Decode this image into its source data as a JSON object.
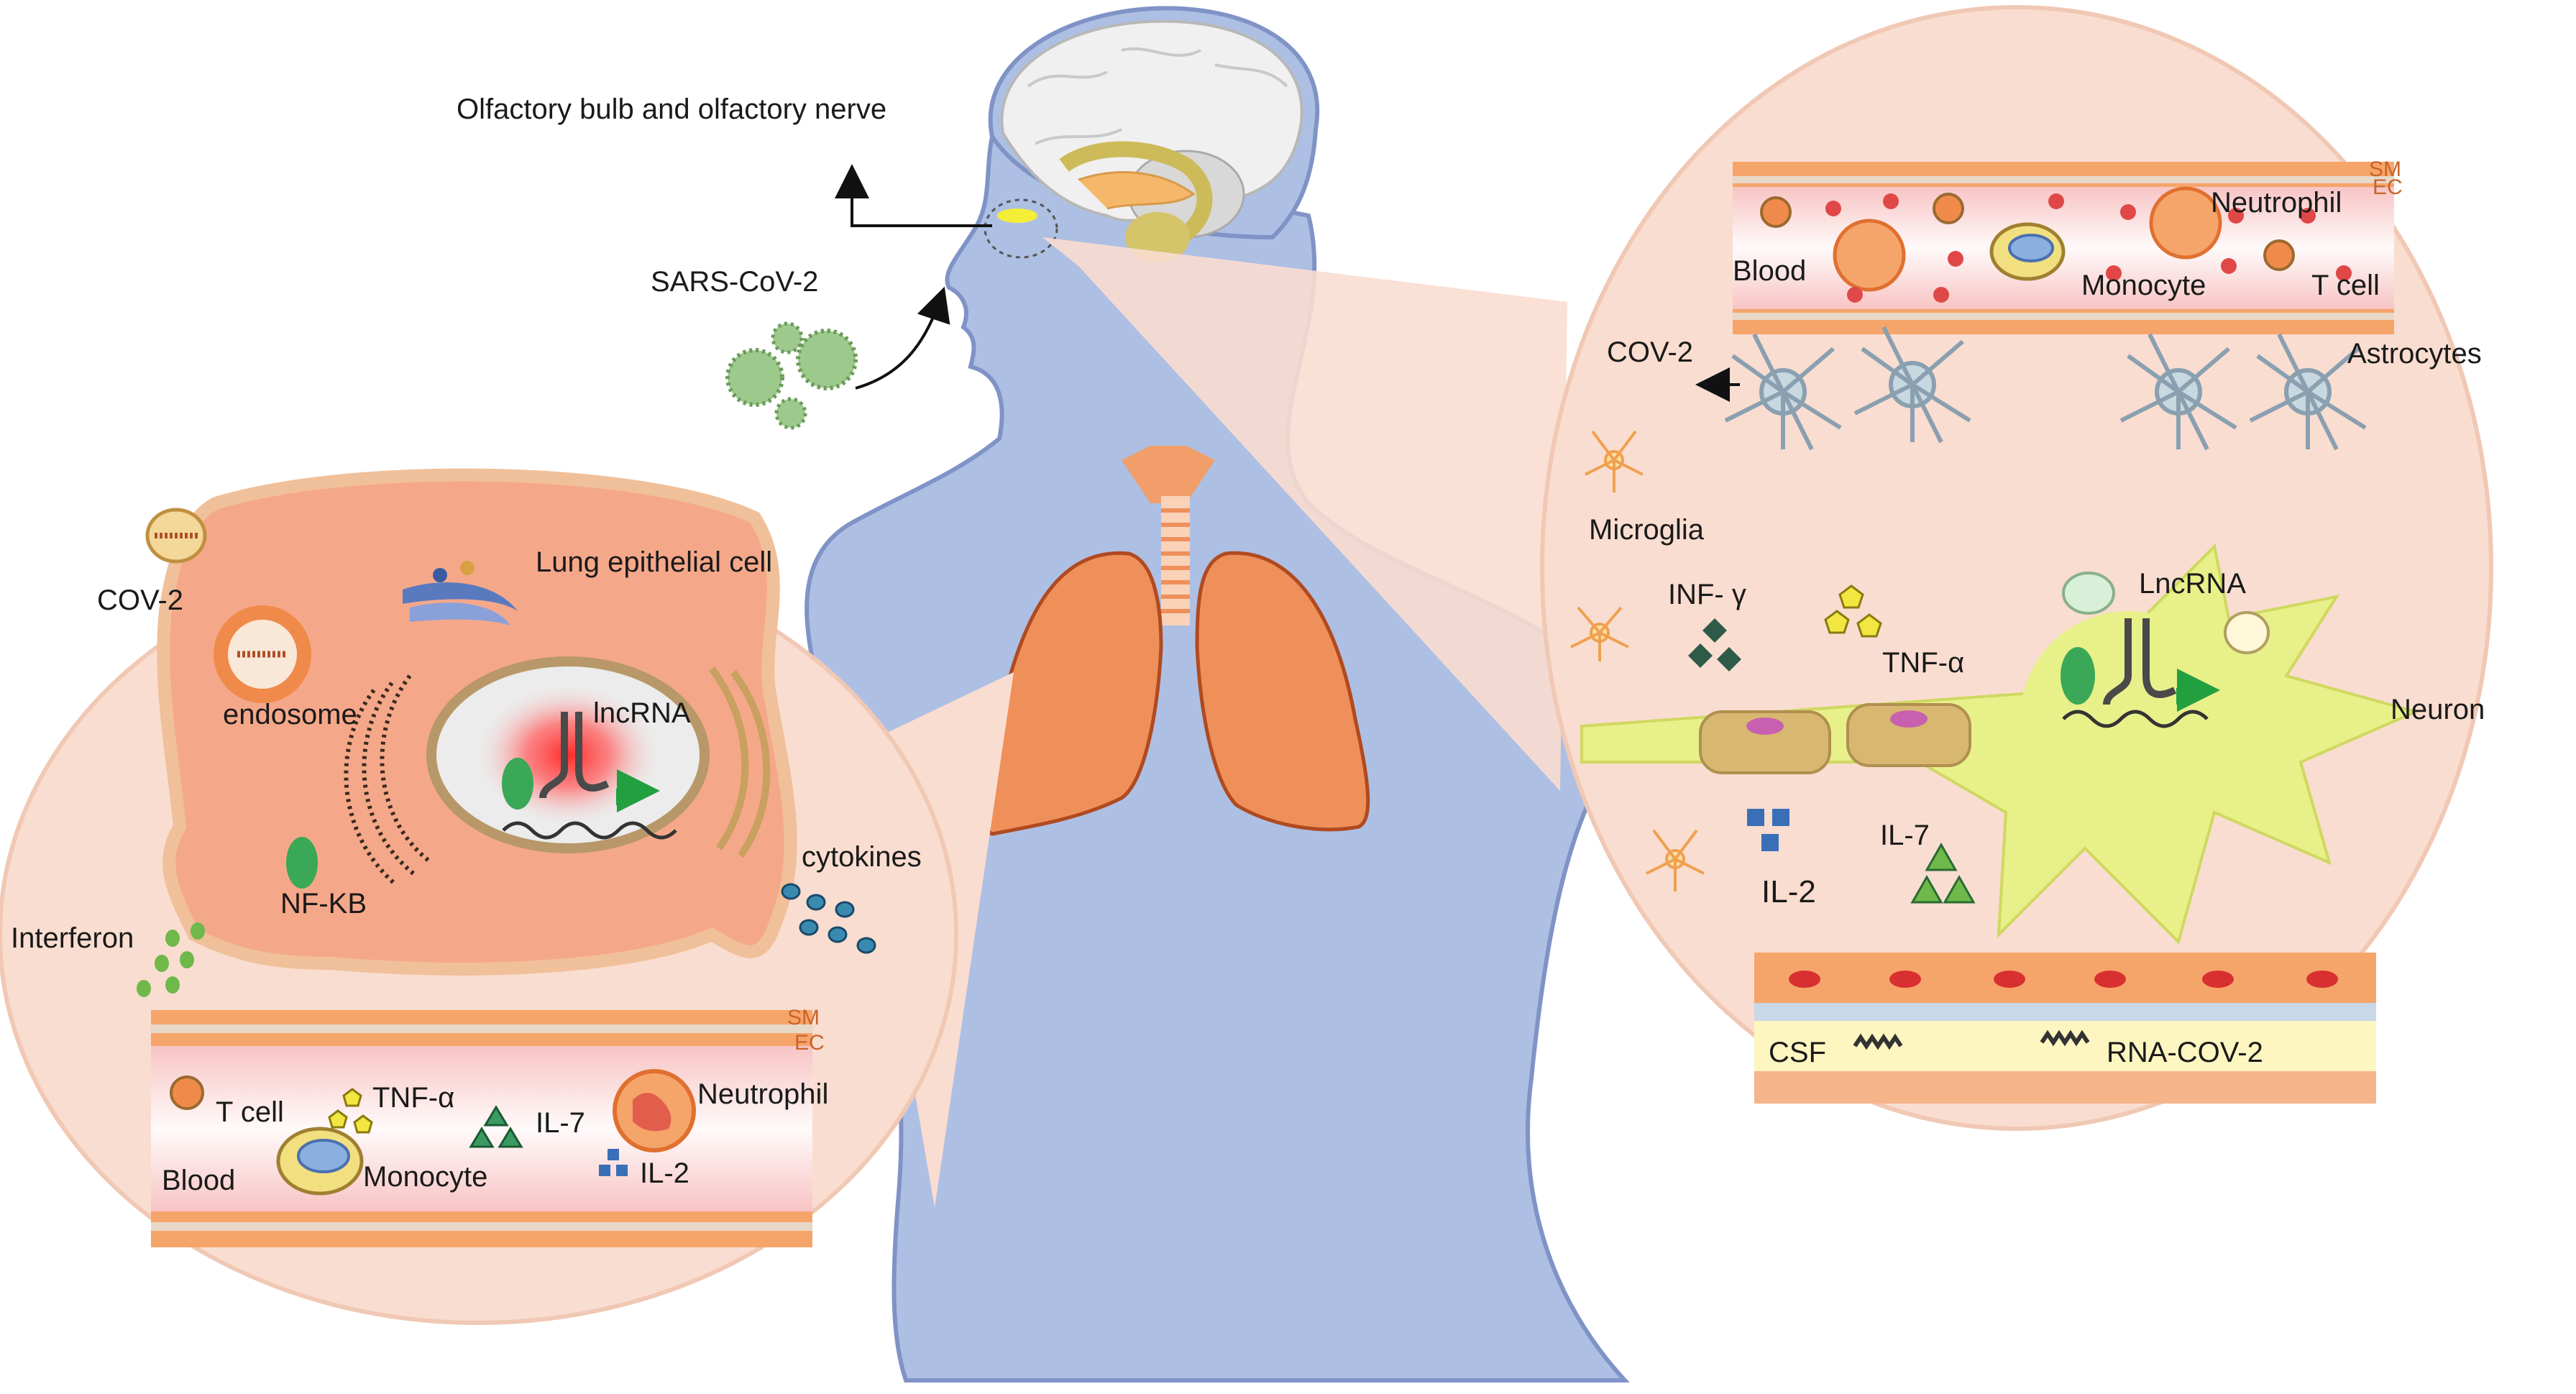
{
  "labels": {
    "olfactory": "Olfactory bulb and olfactory nerve",
    "sarscov2": "SARS-CoV-2",
    "cov2_left": "COV-2",
    "lung_epithelial": "Lung epithelial cell",
    "endosome": "endosome",
    "lncrna_left": "lncRNA",
    "nfkb": "NF-KB",
    "cytokines": "cytokines",
    "interferon": "Interferon",
    "sm_left": "SM",
    "ec_left": "EC",
    "tcell_left": "T cell",
    "tnfa_left": "TNF-α",
    "il7_left": "IL-7",
    "neutrophil_left": "Neutrophil",
    "blood_left": "Blood",
    "monocyte_left": "Monocyte",
    "il2_left": "IL-2",
    "sm_right": "SM",
    "ec_right": "EC",
    "neutrophil_right": "Neutrophil",
    "blood_right": "Blood",
    "monocyte_right": "Monocyte",
    "tcell_right": "T cell",
    "cov2_right": "COV-2",
    "astrocytes": "Astrocytes",
    "microglia": "Microglia",
    "infg": "INF- γ",
    "lncrna_right": "LncRNA",
    "tnfa_right": "TNF-α",
    "neuron": "Neuron",
    "il7_right": "IL-7",
    "il2_right": "IL-2",
    "csf": "CSF",
    "rnacov2": "RNA-COV-2"
  },
  "colors": {
    "body": "#aebfe4",
    "bubble": "#f9ddd0",
    "cell": "#f5a889",
    "lung": "#ef8f5a",
    "neuron": "#e8f08a",
    "vessel": "#f6a56a",
    "nfkb": "#3aa857",
    "tnf": "#f2e640",
    "il7": "#3b9a62",
    "il2": "#3a6fb8"
  }
}
